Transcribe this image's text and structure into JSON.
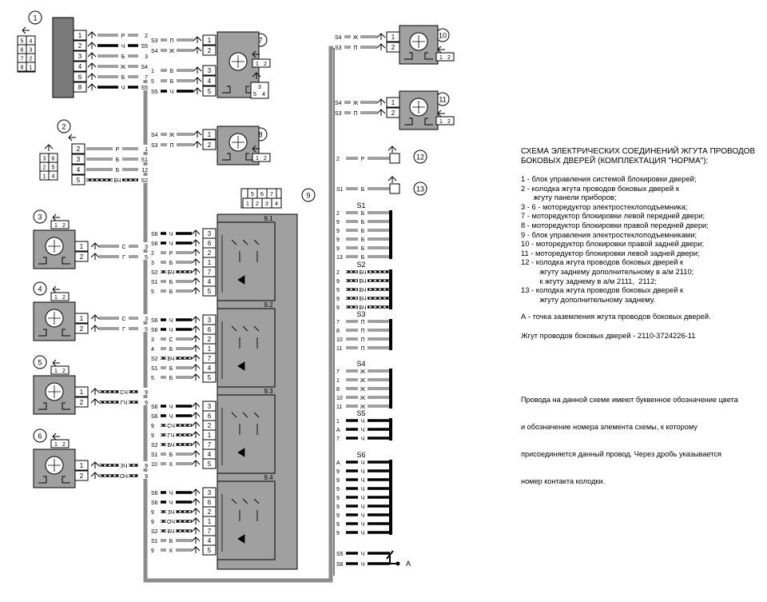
{
  "diagram": {
    "components": {
      "c1": {
        "num": "1",
        "pins": [
          "1",
          "2",
          "3",
          "4",
          "6",
          "8"
        ],
        "connector_grid": [
          "5",
          "4",
          "6",
          "3",
          "7",
          "2",
          "8",
          "1"
        ],
        "wires": [
          {
            "label": "Р",
            "target": "2"
          },
          {
            "label": "Ч",
            "target": "S5"
          },
          {
            "label": "Б",
            "target": "3"
          },
          {
            "label": "Ж",
            "target": "S4"
          },
          {
            "label": "Б",
            "target": "7"
          },
          {
            "label": "Ч",
            "target": "S5"
          }
        ]
      },
      "c2": {
        "num": "2",
        "pins": [
          "2",
          "3",
          "4",
          "5"
        ],
        "connector_grid": [
          "3",
          "6",
          "2",
          "5",
          "1",
          "4"
        ],
        "wires": [
          {
            "label": "Р",
            "target": "1"
          },
          {
            "label": "Б",
            "target": "S1"
          },
          {
            "label": "Б",
            "target": "12"
          },
          {
            "label": "БЧ",
            "target": "S2"
          }
        ]
      },
      "c3": {
        "num": "3",
        "pins": [
          "1",
          "2"
        ],
        "wires": [
          {
            "label": "С",
            "target": "3"
          },
          {
            "label": "Г",
            "target": "5"
          }
        ]
      },
      "c4": {
        "num": "4",
        "pins": [
          "1",
          "2"
        ],
        "wires": [
          {
            "label": "С",
            "target": "3"
          },
          {
            "label": "Г",
            "target": "5"
          }
        ]
      },
      "c5": {
        "num": "5",
        "pins": [
          "1",
          "2"
        ],
        "wires": [
          {
            "label": "СЧ",
            "target": "9"
          },
          {
            "label": "ГЧ",
            "target": "9"
          }
        ]
      },
      "c6": {
        "num": "6",
        "pins": [
          "1",
          "2"
        ],
        "wires": [
          {
            "label": "ЗЧ",
            "target": "9"
          },
          {
            "label": "ОЧ",
            "target": "9"
          }
        ]
      },
      "c7": {
        "num": "7",
        "pins": [
          "1",
          "2",
          "3",
          "4",
          "5"
        ],
        "small_pins": [
          "1",
          "2",
          "3",
          "5",
          "4"
        ],
        "wires": [
          {
            "from": "S3",
            "label": "П",
            "pin": "1"
          },
          {
            "from": "S4",
            "label": "Ж",
            "pin": "2"
          },
          {
            "from": "1",
            "label": "Б",
            "pin": "3"
          },
          {
            "from": "5",
            "label": "Б",
            "pin": "4"
          },
          {
            "from": "S5",
            "label": "Ч",
            "pin": "5"
          }
        ]
      },
      "c8": {
        "num": "8",
        "pins": [
          "1",
          "2"
        ],
        "small_pins": [
          "1",
          "2"
        ],
        "wires": [
          {
            "from": "S4",
            "label": "Ж",
            "pin": "1"
          },
          {
            "from": "S3",
            "label": "П",
            "pin": "2"
          }
        ]
      },
      "c9": {
        "num": "9",
        "connector_grid": [
          "5",
          "6",
          "7",
          "1",
          "2",
          "3",
          "4"
        ],
        "blocks": [
          {
            "name": "9.1",
            "pins": [
              "3",
              "6",
              "2",
              "1",
              "7",
              "4",
              "5"
            ],
            "wires": [
              {
                "from": "S6",
                "label": "Ч"
              },
              {
                "from": "S6",
                "label": "Ч"
              },
              {
                "from": "2",
                "label": "Р"
              },
              {
                "from": "3",
                "label": "Б"
              },
              {
                "from": "S2",
                "label": "БЧ"
              },
              {
                "from": "S1",
                "label": "Б"
              },
              {
                "from": "5",
                "label": "Б"
              }
            ]
          },
          {
            "name": "9.2",
            "pins": [
              "3",
              "6",
              "2",
              "1",
              "7",
              "4",
              "5"
            ],
            "wires": [
              {
                "from": "S6",
                "label": "Ч"
              },
              {
                "from": "S6",
                "label": "Ч"
              },
              {
                "from": "3",
                "label": "С"
              },
              {
                "from": "4",
                "label": "Б"
              },
              {
                "from": "S2",
                "label": "БЧ"
              },
              {
                "from": "S1",
                "label": "Б"
              },
              {
                "from": "5",
                "label": "Б"
              }
            ]
          },
          {
            "name": "9.3",
            "pins": [
              "3",
              "6",
              "2",
              "1",
              "7",
              "4",
              "5"
            ],
            "wires": [
              {
                "from": "S6",
                "label": "Ч"
              },
              {
                "from": "S6",
                "label": "Ч"
              },
              {
                "from": "9",
                "label": "СЧ"
              },
              {
                "from": "9",
                "label": "ГЧ"
              },
              {
                "from": "S2",
                "label": "БЧ"
              },
              {
                "from": "S1",
                "label": "Б"
              },
              {
                "from": "10",
                "label": "К"
              }
            ]
          },
          {
            "name": "9.4",
            "pins": [
              "3",
              "6",
              "2",
              "1",
              "7",
              "4",
              "5"
            ],
            "wires": [
              {
                "from": "S6",
                "label": "Ч"
              },
              {
                "from": "S6",
                "label": "Ч"
              },
              {
                "from": "9",
                "label": "ЗЧ"
              },
              {
                "from": "9",
                "label": "ОЧ"
              },
              {
                "from": "S2",
                "label": "БЧ"
              },
              {
                "from": "S1",
                "label": "Б"
              },
              {
                "from": "9",
                "label": "К"
              }
            ]
          }
        ]
      },
      "c10": {
        "num": "10",
        "pins": [
          "1",
          "2"
        ],
        "small_pins": [
          "1",
          "2"
        ],
        "wires": [
          {
            "from": "S4",
            "label": "Ж",
            "pin": "1"
          },
          {
            "from": "S3",
            "label": "П",
            "pin": "2"
          }
        ]
      },
      "c11": {
        "num": "11",
        "pins": [
          "1",
          "2"
        ],
        "small_pins": [
          "1",
          "2"
        ],
        "wires": [
          {
            "from": "S4",
            "label": "Ж",
            "pin": "1"
          },
          {
            "from": "S3",
            "label": "П",
            "pin": "2"
          }
        ]
      },
      "c12": {
        "num": "12",
        "wire": {
          "from": "2",
          "label": "Р"
        }
      },
      "c13": {
        "num": "13",
        "wire": {
          "from": "S1",
          "label": "Б"
        }
      }
    },
    "splices": [
      {
        "name": "S1",
        "wires": [
          {
            "from": "2",
            "label": "Б"
          },
          {
            "from": "9",
            "label": "Б"
          },
          {
            "from": "9",
            "label": "Б"
          },
          {
            "from": "9",
            "label": "Б"
          },
          {
            "from": "9",
            "label": "Б"
          },
          {
            "from": "13",
            "label": "Б"
          }
        ]
      },
      {
        "name": "S2",
        "wires": [
          {
            "from": "2",
            "label": "БЧ"
          },
          {
            "from": "9",
            "label": "БЧ"
          },
          {
            "from": "9",
            "label": "БЧ"
          },
          {
            "from": "9",
            "label": "БЧ"
          },
          {
            "from": "9",
            "label": "БЧ"
          }
        ]
      },
      {
        "name": "S3",
        "wires": [
          {
            "from": "7",
            "label": "П"
          },
          {
            "from": "8",
            "label": "П"
          },
          {
            "from": "10",
            "label": "П"
          },
          {
            "from": "11",
            "label": "П"
          }
        ]
      },
      {
        "name": "S4",
        "wires": [
          {
            "from": "7",
            "label": "Ж"
          },
          {
            "from": "1",
            "label": "Ж"
          },
          {
            "from": "8",
            "label": "Ж"
          },
          {
            "from": "10",
            "label": "Ж"
          },
          {
            "from": "11",
            "label": "Ж"
          }
        ]
      },
      {
        "name": "S5",
        "wires": [
          {
            "from": "1",
            "label": "Ч"
          },
          {
            "from": "A",
            "label": "Ч"
          },
          {
            "from": "7",
            "label": "Ч"
          }
        ]
      },
      {
        "name": "S6",
        "wires": [
          {
            "from": "A",
            "label": "Ч"
          },
          {
            "from": "9",
            "label": "Ч"
          },
          {
            "from": "9",
            "label": "Ч"
          },
          {
            "from": "9",
            "label": "Ч"
          },
          {
            "from": "9",
            "label": "Ч"
          },
          {
            "from": "9",
            "label": "Ч"
          },
          {
            "from": "9",
            "label": "Ч"
          },
          {
            "from": "9",
            "label": "Ч"
          },
          {
            "from": "9",
            "label": "Ч"
          }
        ]
      }
    ],
    "ground": {
      "point": "А",
      "wires": [
        {
          "from": "S5",
          "label": "Ч"
        },
        {
          "from": "S6",
          "label": "Ч"
        }
      ]
    }
  },
  "legend": {
    "title_line1": "СХЕМА ЭЛЕКТРИЧЕСКИХ СОЕДИНЕНИЙ ЖГУТА ПРОВОДОВ",
    "title_line2": "БОКОВЫХ ДВЕРЕЙ  (КОМПЛЕКТАЦИЯ \"НОРМА\"):",
    "items": [
      "1 - блок управления системой блокировки дверей;",
      "2 - колодка жгута проводов боковых дверей к",
      "      жгуту панели приборов;",
      "3 - 6 - мотоpедуктоp электpостеклоподъемника;",
      "7 - мотоpедуктоp блокировки левой передней двери;",
      "8 - мотоpедуктоp блокировки правой передней двери;",
      "9 - блок управления электростеклоподъемниками;",
      "10 - мотоpедуктоp блокировки правой задней двери;",
      "11 - мотоpедуктоp блокировки левой задней двери;",
      "12 - колодка жгута проводов боковых дверей к",
      "         жгуту заднему дополнительному в а/м 2110;",
      "         к жгуту заднему в а/м 2111,  2112;",
      "13 - колодка жгута проводов боковых дверей к",
      "         жгуту дополнительному заднему."
    ],
    "ground_text": "А - точка заземления жгута проводов боковых дверей.",
    "harness_text": "Жгут проводов боковых дверей - 2110-3724226-11"
  },
  "note": {
    "lines": [
      "Провода на данной схеме имеют буквенное обозначение цвета",
      "и обозначение номера элемента схемы, к которому",
      "присоединяется данный провод. Через дробь указывается",
      "номер контакта колодки."
    ]
  }
}
